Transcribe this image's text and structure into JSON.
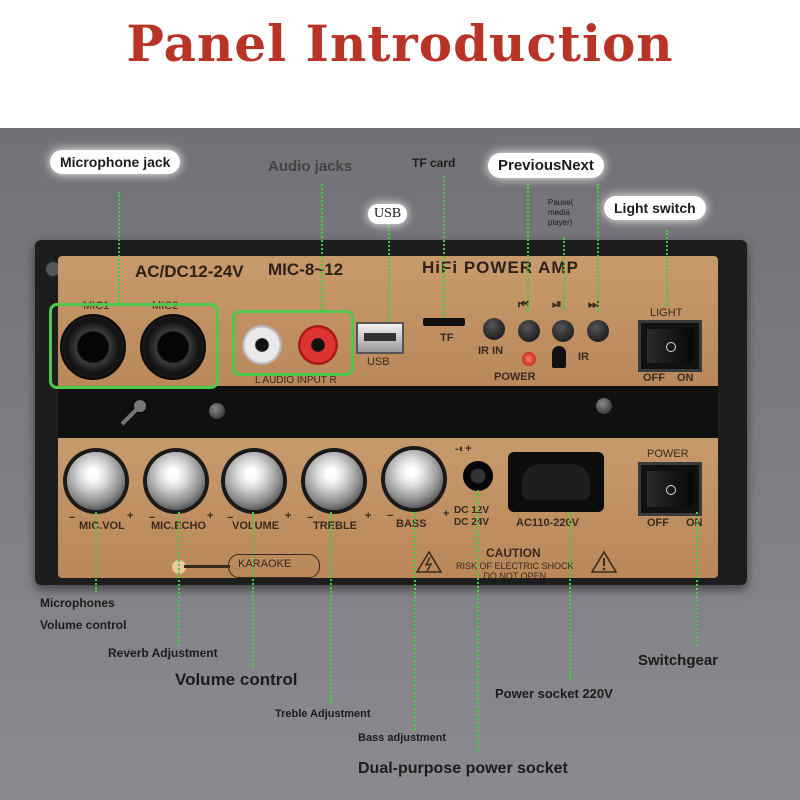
{
  "title": "Panel Introduction",
  "panel": {
    "voltage": "AC/DC12-24V",
    "mic_range": "MIC-8~12",
    "brand": "HiFi  POWER  AMP",
    "mic1": "MIC1",
    "mic2": "MIC2",
    "audio_input": "L  AUDIO INPUT  R",
    "usb": "USB",
    "tf": "TF",
    "ir_in": "IR IN",
    "ir": "IR",
    "power_led": "POWER",
    "light": "LIGHT",
    "off": "OFF",
    "on": "ON",
    "power_switch": "POWER",
    "knob_minus": "−",
    "knob_plus": "+",
    "knob_labels": [
      "MIC.VOL",
      "MIC.ECHO",
      "VOLUME",
      "TREBLE",
      "BASS"
    ],
    "dc_symbol": "-◐+",
    "dc_label": "DC 12V\nDC 24V",
    "ac_label": "AC110-220V",
    "karaoke": "KARAOKE",
    "caution": "CAUTION",
    "caution_sub": "RISK OF ELECTRIC SHOCK\nDO NOT OPEN",
    "prev_icon": "⏮",
    "play_icon": "⏯",
    "next_icon": "⏭"
  },
  "callouts": {
    "microphone_jack": "Microphone jack",
    "audio_jacks": "Audio jacks",
    "tf_card": "TF card",
    "usb": "USB",
    "previous_next": "PreviousNext",
    "pause": "Pause(\nmedia\nplayer)",
    "light_switch": "Light switch",
    "mic_volume": "Microphones\nVolume control",
    "reverb": "Reverb Adjustment",
    "volume": "Volume control",
    "treble": "Treble Adjustment",
    "bass": "Bass adjustment",
    "dual_power": "Dual-purpose power socket",
    "power_220": "Power socket 220V",
    "switchgear": "Switchgear"
  },
  "colors": {
    "title_red": "#b73427",
    "panel_gold": "#c4956a",
    "leader_green": "#3fd13a"
  }
}
